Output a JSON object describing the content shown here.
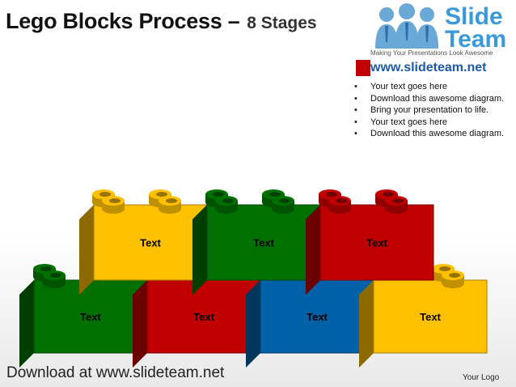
{
  "slide": {
    "title_main": "Lego Blocks Process –",
    "title_sub": "8 Stages",
    "brand_slide": "Slide",
    "brand_team": "Team",
    "tagline": "Making Your Presentations Look Awesome",
    "url": "www.slideteam.net",
    "bullets": [
      "Your text goes here",
      "Download this awesome diagram.",
      "Bring your presentation to life.",
      "Your text goes here",
      "Download this awesome diagram."
    ],
    "download_text": "Download at www.slideteam.net",
    "your_logo": "Your Logo"
  },
  "blocks": {
    "top": [
      {
        "label": "Text",
        "color": "#ffc000"
      },
      {
        "label": "Text",
        "color": "#007000"
      },
      {
        "label": "Text",
        "color": "#c00000"
      }
    ],
    "bottom": [
      {
        "label": "Text",
        "color": "#007000"
      },
      {
        "label": "Text",
        "color": "#c00000"
      },
      {
        "label": "Text",
        "color": "#0060a8"
      },
      {
        "label": "Text",
        "color": "#ffc000"
      }
    ]
  },
  "colors": {
    "brand_blue": "#3a9ad9",
    "url_blue": "#1f5aa8",
    "accent_red": "#c00000"
  }
}
